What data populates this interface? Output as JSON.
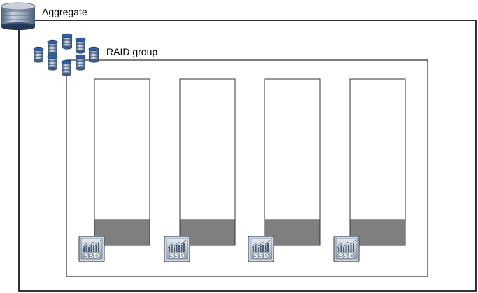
{
  "aggregate": {
    "label": "Aggregate",
    "icon": "database-cylinder-icon"
  },
  "raid_group": {
    "label": "RAID group",
    "icon": "disk-cluster-icon"
  },
  "disks": [
    {
      "icon": "ssd-icon",
      "badge_text": "SSD"
    },
    {
      "icon": "ssd-icon",
      "badge_text": "SSD"
    },
    {
      "icon": "ssd-icon",
      "badge_text": "SSD"
    },
    {
      "icon": "ssd-icon",
      "badge_text": "SSD"
    }
  ],
  "colors": {
    "border": "#000000",
    "disk_border": "#333333",
    "disk_cache_fill": "#7f7f7f",
    "cylinder_fill": "#a9b4c2",
    "cylinder_dark": "#5d6f88",
    "ssd_badge_fill": "#b8c2cf"
  }
}
